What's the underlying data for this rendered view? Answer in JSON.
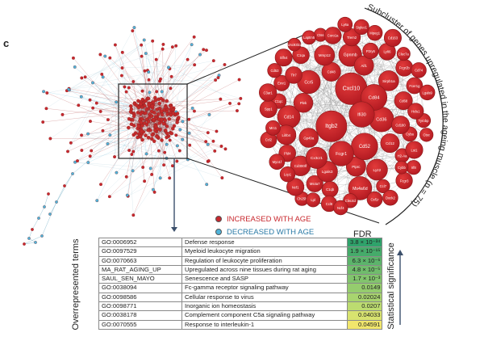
{
  "panel_letter": "c",
  "subcluster_label": "Subcluster of genes upregulated in the ageing muscle (n = 75)",
  "legend": {
    "increased": {
      "label": "INCREASED WITH AGE",
      "color": "#c8282e"
    },
    "decreased": {
      "label": "DECREASED WITH AGE",
      "color": "#4fb3d9"
    }
  },
  "node_labels": [
    "Ms4a7",
    "Ccl12",
    "Ccl2",
    "Gpnmb",
    "Sirpb1a",
    "Cxcl10",
    "Ccr5",
    "Ctss",
    "Tyrobp",
    "Fcer1g",
    "Ms4a6d",
    "Cd68",
    "Cd14",
    "Cd36",
    "Lgals3",
    "Clec4d",
    "Lilrb4",
    "Ly86",
    "Itgb2",
    "Mpeg1",
    "C1qa",
    "C1qb",
    "C1qc",
    "Trem2",
    "Cd84",
    "Laptm5",
    "Csf1r",
    "Lyz2",
    "Fcgr2b",
    "Fcgr3",
    "Pld4",
    "Cd300lf",
    "Irf8",
    "Hcls1",
    "Ptprc",
    "Mrc1",
    "Slfn4",
    "Cd52",
    "Ctsc",
    "Cx3cr1",
    "Spp1",
    "Ccl7",
    "Ly6a",
    "Cd74",
    "H2-Aa",
    "Cd48",
    "Emr1",
    "Aif1",
    "Lgals9",
    "Ccl8",
    "Gp49a",
    "Mmp12",
    "Ch25h",
    "Plek",
    "Myo1f",
    "Ncf1",
    "Ncf4",
    "Cyba",
    "Cybb",
    "C3ar1",
    "P2ry6",
    "Dock2",
    "Lcp1",
    "Cd53",
    "Coro1a",
    "Ifi30",
    "Lst1",
    "Fcgr1",
    "Clec7a",
    "Tlr7",
    "Cd180",
    "Unc93b1",
    "Siglec1",
    "Cd163",
    "Lpl"
  ],
  "axis": {
    "left_label": "Overrepresented terms",
    "right_label": "Statistical significance",
    "fdr_header": "FDR"
  },
  "table": {
    "rows": [
      {
        "go": "GO:0006952",
        "desc": "Defense response",
        "fdr": "3.8 × 10⁻³⁴",
        "color": "#2fa36b"
      },
      {
        "go": "GO:0097529",
        "desc": "Myeloid leukocyte migration",
        "fdr": "1.9 × 10⁻¹⁵",
        "color": "#45ab6a"
      },
      {
        "go": "GO:0070663",
        "desc": "Regulation of leukocyte proliferation",
        "fdr": "6.3 × 10⁻⁶",
        "color": "#5cb46b"
      },
      {
        "go": "MA_RAT_AGING_UP",
        "desc": "Upregulated across nine tissues during rat aging",
        "fdr": "4.8 × 10⁻⁵",
        "color": "#70bc6c"
      },
      {
        "go": "SAUL_SEN_MAYO",
        "desc": "Senescence and SASP",
        "fdr": "1.7 × 10⁻³",
        "color": "#82c46d"
      },
      {
        "go": "GO:0038094",
        "desc": "Fc-gamma receptor signaling pathway",
        "fdr": "0.0149",
        "color": "#95cc6e"
      },
      {
        "go": "GO:0098586",
        "desc": "Cellular response to virus",
        "fdr": "0.02024",
        "color": "#a8d46f"
      },
      {
        "go": "GO:0098771",
        "desc": "Inorganic ion homeostasis",
        "fdr": "0.0207",
        "color": "#bcdc70"
      },
      {
        "go": "GO:0038178",
        "desc": "Complement component C5a signaling pathway",
        "fdr": "0.04033",
        "color": "#d8e36f"
      },
      {
        "go": "GO:0070555",
        "desc": "Response to interleukin-1",
        "fdr": "0.04591",
        "color": "#f1e66c"
      }
    ]
  }
}
